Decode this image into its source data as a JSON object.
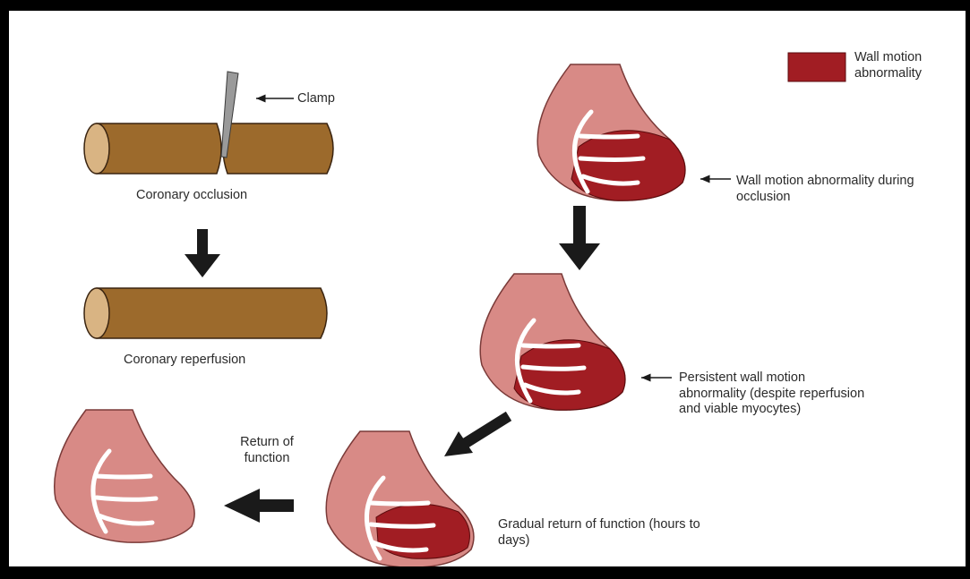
{
  "labels": {
    "clamp": "Clamp",
    "coronary_occlusion": "Coronary occlusion",
    "coronary_reperfusion": "Coronary reperfusion",
    "legend": "Wall motion abnormality",
    "occlusion_abnormality": "Wall motion abnormality during occlusion",
    "persistent_abnormality": "Persistent wall motion abnormality (despite reperfusion and viable myocytes)",
    "gradual_return": "Gradual return of function (hours to days)",
    "return_of_function": "Return of function"
  },
  "colors": {
    "vessel": "#9c6a2c",
    "vessel_end": "#d9b483",
    "heart": "#d88a86",
    "abnormal": "#a11d23",
    "clamp": "#9a9a9a",
    "arrow": "#1a1a1a"
  }
}
